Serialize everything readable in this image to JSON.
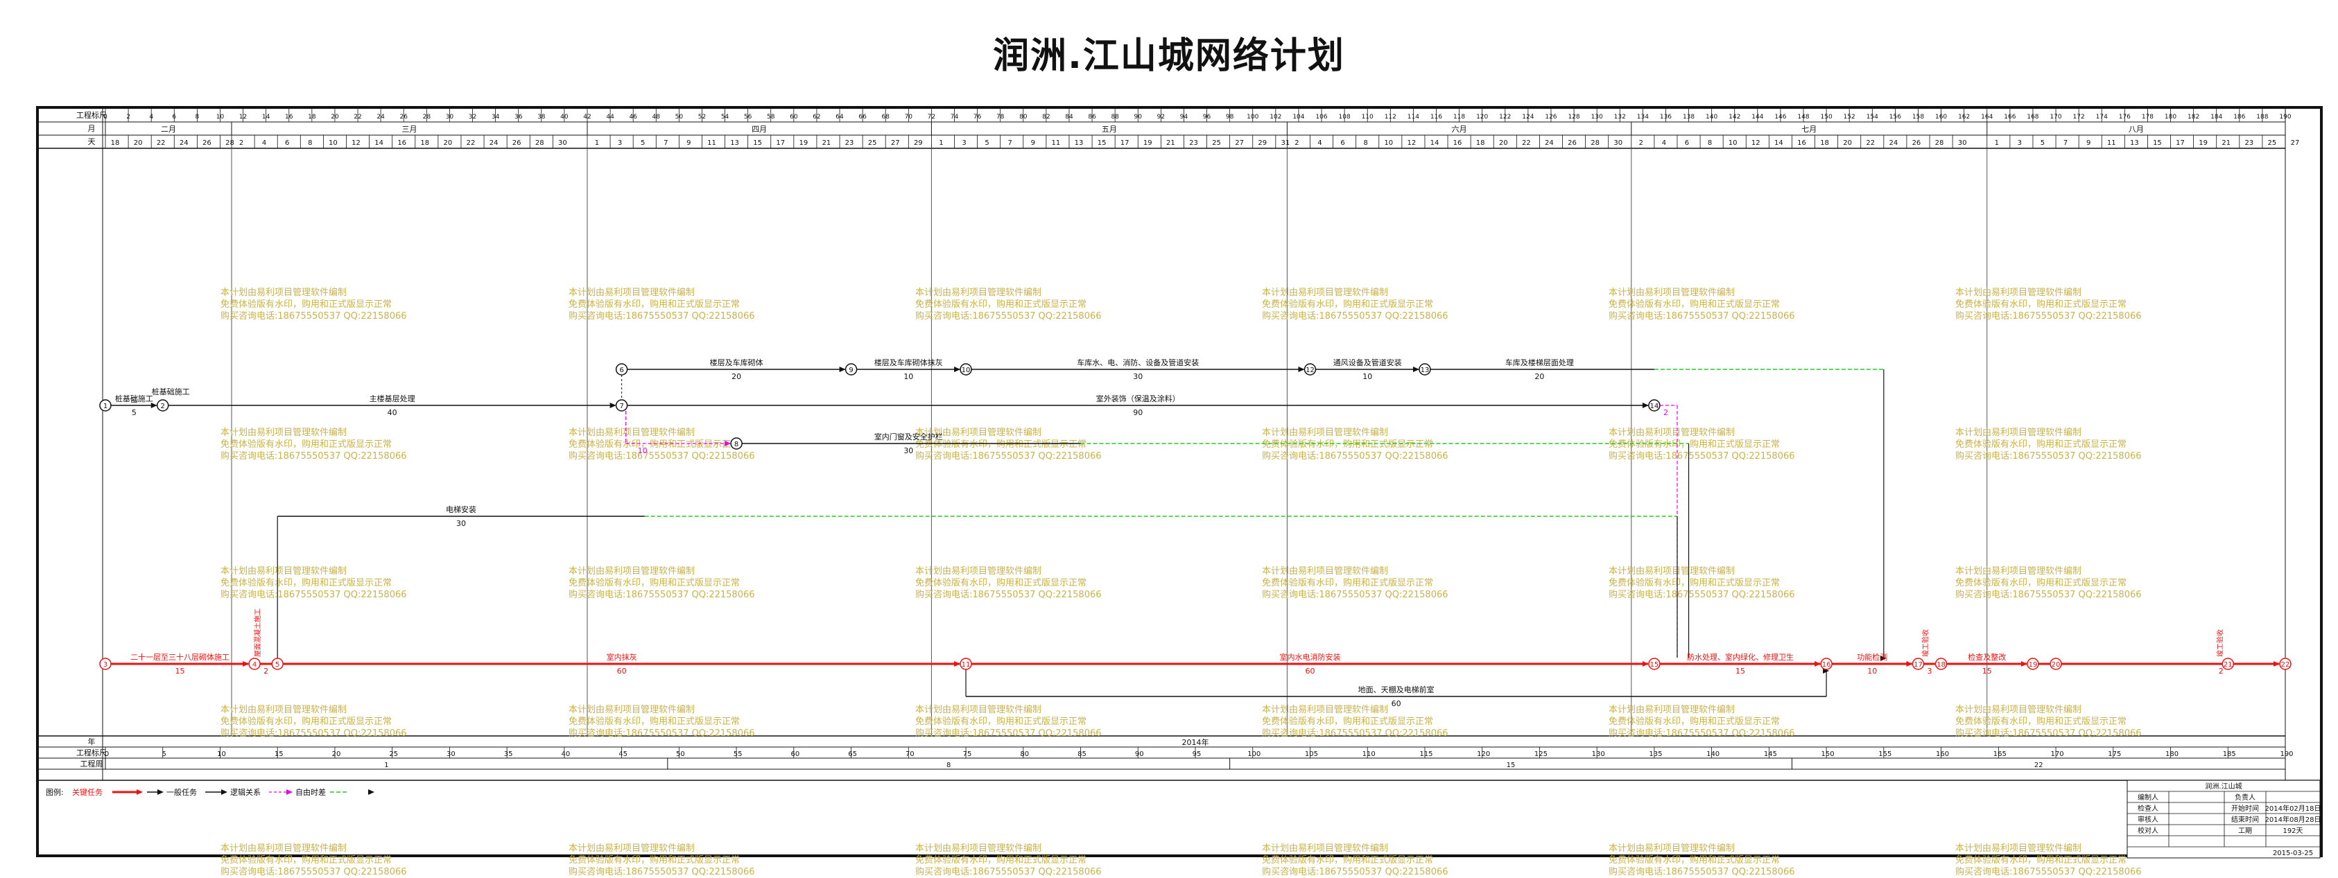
{
  "title": "润洲.江山城网络计划",
  "header": {
    "scale_label": "工程标尺",
    "month_label": "月",
    "day_label": "天",
    "months": [
      "二月",
      "三月",
      "四月",
      "五月",
      "六月",
      "七月",
      "八月"
    ],
    "days_feb": [
      "18",
      "20",
      "22",
      "24",
      "26",
      "28"
    ],
    "days_mar": [
      "2",
      "4",
      "6",
      "8",
      "10",
      "12",
      "14",
      "16",
      "18",
      "20",
      "22",
      "24",
      "26",
      "28",
      "30"
    ],
    "days_apr": [
      "1",
      "3",
      "5",
      "7",
      "9",
      "11",
      "13",
      "15",
      "17",
      "19",
      "21",
      "23",
      "25",
      "27",
      "29"
    ],
    "days_may": [
      "1",
      "3",
      "5",
      "7",
      "9",
      "11",
      "13",
      "15",
      "17",
      "19",
      "21",
      "23",
      "25",
      "27",
      "29",
      "31"
    ],
    "days_jun": [
      "2",
      "4",
      "6",
      "8",
      "10",
      "12",
      "14",
      "16",
      "18",
      "20",
      "22",
      "24",
      "26",
      "28",
      "30"
    ],
    "days_jul": [
      "2",
      "4",
      "6",
      "8",
      "10",
      "12",
      "14",
      "16",
      "18",
      "20",
      "22",
      "24",
      "26",
      "28",
      "30"
    ],
    "days_aug": [
      "1",
      "3",
      "5",
      "7",
      "9",
      "11",
      "13",
      "15",
      "17",
      "19",
      "21",
      "23",
      "25",
      "27"
    ]
  },
  "footer": {
    "year_label": "年",
    "year_value": "2014年",
    "scale_label": "工程标尺",
    "week_label": "工程周",
    "scale_ticks": [
      "0",
      "5",
      "10",
      "15",
      "20",
      "25",
      "30",
      "35",
      "40",
      "45",
      "50",
      "55",
      "60",
      "65",
      "70",
      "75",
      "80",
      "85",
      "90",
      "95",
      "100",
      "105",
      "110",
      "115",
      "120",
      "125",
      "130",
      "135",
      "140",
      "145",
      "150",
      "155",
      "160",
      "165",
      "170",
      "175",
      "180",
      "185",
      "190"
    ],
    "weeks": [
      "1",
      "8",
      "15",
      "22"
    ]
  },
  "nodes": [
    "1",
    "2",
    "3",
    "4",
    "5",
    "6",
    "7",
    "8",
    "9",
    "10",
    "11",
    "12",
    "13",
    "14",
    "15",
    "16",
    "17",
    "18",
    "19",
    "20",
    "21",
    "22"
  ],
  "tasks": {
    "t1": {
      "name": "桩基础施工",
      "dur": "5"
    },
    "t2": {
      "name": "主楼基层处理",
      "dur": "40"
    },
    "t3": {
      "name": "室外装饰（保温及涂料）",
      "dur": "90"
    },
    "t4": {
      "name": "楼层及车库砌体",
      "dur": "20"
    },
    "t5": {
      "name": "楼层及车库砌体抹灰",
      "dur": "10"
    },
    "t6": {
      "name": "车库水、电、消防、设备及管道安装",
      "dur": "30"
    },
    "t7": {
      "name": "通风设备及管道安装",
      "dur": "10"
    },
    "t8": {
      "name": "车库及楼梯层面处理",
      "dur": "20"
    },
    "t9": {
      "name": "室内门窗及安全护栏",
      "dur": "30"
    },
    "t10": {
      "name": "电梯安装",
      "dur": "30"
    },
    "t11": {
      "name": "二十一层至三十八层砌体施工",
      "dur": "15"
    },
    "t12": {
      "name": "室内抹灰",
      "dur": "60"
    },
    "t13": {
      "name": "室内水电消防安装",
      "dur": "60"
    },
    "t14": {
      "name": "地面、天棚及电梯前室",
      "dur": "60"
    },
    "t15": {
      "name": "防水处理、室内绿化、修理卫生",
      "dur": "15"
    },
    "t16": {
      "name": "功能检测",
      "dur": "10"
    },
    "t17": {
      "name": "检查及整改",
      "dur": "15"
    },
    "t18": {
      "name": "屋面混凝土施工",
      "dur": "2"
    },
    "t19": {
      "name": "竣工验收",
      "dur": "3"
    },
    "t20": {
      "name": "竣工验收",
      "dur": "2"
    },
    "lag10": "10",
    "lag2": "2",
    "code_three": "三"
  },
  "watermark": {
    "line1": "本计划由易利项目管理软件编制",
    "line2": "免费体验版有水印，购用和正式版显示正常",
    "line3": "购买咨询电话:18675550537 QQ:22158066"
  },
  "legend": {
    "label": "图例:",
    "critical": "关键任务",
    "normal": "一般任务",
    "logic": "逻辑关系",
    "float": "自由时差"
  },
  "info_table": {
    "project": "润洲.江山城",
    "drafter": "编制人",
    "owner": "负责人",
    "checker": "检查人",
    "start_label": "开始时间",
    "start_value": "2014年02月18日",
    "reviewer": "审核人",
    "end_label": "结束时间",
    "end_value": "2014年08月28日",
    "proofer": "校对人",
    "duration_label": "工期",
    "duration_value": "192天",
    "date": "2015-03-25"
  },
  "colors": {
    "critical": "#ee1111",
    "normal": "#111111",
    "float": "#ee00ee",
    "slack": "#22cc22",
    "watermark": "#c9b24a"
  }
}
